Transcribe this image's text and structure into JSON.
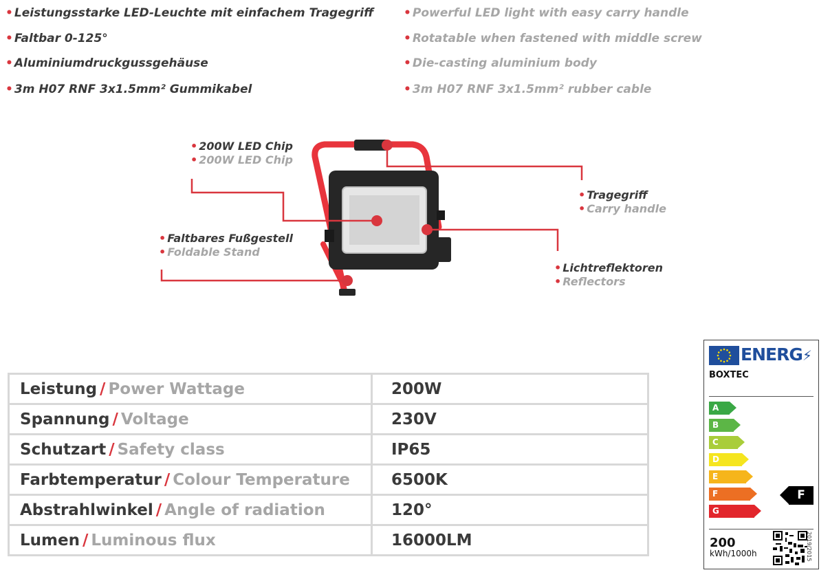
{
  "features_de": [
    "Leistungsstarke LED-Leuchte mit einfachem Tragegriff",
    "Faltbar 0-125°",
    "Aluminiumdruckgussgehäuse",
    "3m H07 RNF 3x1.5mm² Gummikabel"
  ],
  "features_en": [
    "Powerful LED light with easy carry handle",
    "Rotatable when fastened with middle screw",
    "Die-casting aluminium body",
    "3m H07 RNF 3x1.5mm² rubber cable"
  ],
  "callouts": {
    "chip": {
      "de": "200W LED Chip",
      "en": "200W LED Chip"
    },
    "handle": {
      "de": "Tragegriff",
      "en": "Carry handle"
    },
    "stand": {
      "de": "Faltbares Fußgestell",
      "en": "Foldable Stand"
    },
    "reflectors": {
      "de": "Lichtreflektoren",
      "en": "Reflectors"
    }
  },
  "specs": [
    {
      "de": "Leistung",
      "en": "Power Wattage",
      "value": "200W"
    },
    {
      "de": "Spannung",
      "en": "Voltage",
      "value": "230V"
    },
    {
      "de": "Schutzart",
      "en": "Safety class",
      "value": "IP65"
    },
    {
      "de": "Farbtemperatur",
      "en": "Colour Temperature",
      "value": "6500K"
    },
    {
      "de": "Abstrahlwinkel",
      "en": "Angle of radiation",
      "value": "120°"
    },
    {
      "de": "Lumen",
      "en": "Luminous flux",
      "value": "16000LM"
    }
  ],
  "energy_label": {
    "title": "ENERG",
    "brand": "BOXTEC",
    "classes": [
      "A",
      "B",
      "C",
      "D",
      "E",
      "F",
      "G"
    ],
    "class_colors": [
      "#3aa845",
      "#5cb646",
      "#a9cd3a",
      "#f5e51f",
      "#f6b51b",
      "#ec6f23",
      "#e2262c"
    ],
    "rating": "F",
    "kwh": "200",
    "kwh_unit": "kWh/1000h",
    "regulation": "2019/2015"
  },
  "colors": {
    "accent": "#d9363e",
    "frame": "#e8343c",
    "body": "#262626"
  },
  "icons": [
    "eu-flag-icon",
    "qr-code-icon",
    "bullet-dot-icon"
  ]
}
